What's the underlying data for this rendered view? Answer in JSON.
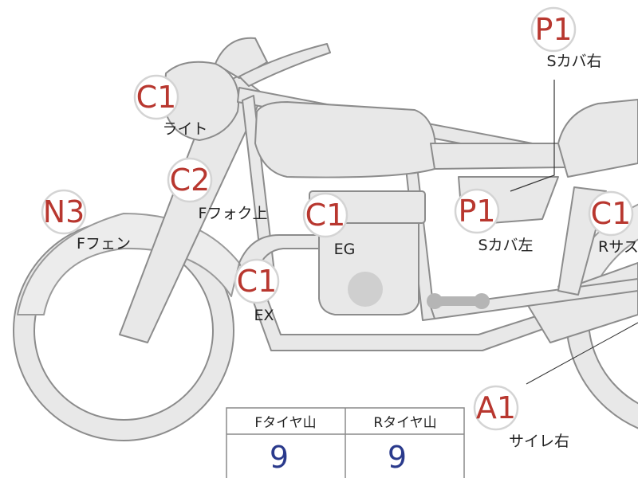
{
  "labels": [
    {
      "code": "P1",
      "part": "Sカバ右"
    },
    {
      "code": "C1",
      "part": "ライト"
    },
    {
      "code": "C2",
      "part": "Fフォク上"
    },
    {
      "code": "N3",
      "part": "Fフェン"
    },
    {
      "code": "C1",
      "part": "EG"
    },
    {
      "code": "P1",
      "part": "Sカバ左"
    },
    {
      "code": "C1",
      "part": "Rサス"
    },
    {
      "code": "C1",
      "part": "EX"
    },
    {
      "code": "A1",
      "part": "サイレ右"
    }
  ],
  "tread_table": {
    "headers": [
      "Fタイヤ山",
      "Rタイヤ山"
    ],
    "values": [
      "9",
      "9"
    ]
  },
  "colors": {
    "code": "#b8372f",
    "tread_value": "#2a3a8c",
    "bike_fill": "#e8e8e8",
    "bike_stroke": "#8c8c8c"
  }
}
